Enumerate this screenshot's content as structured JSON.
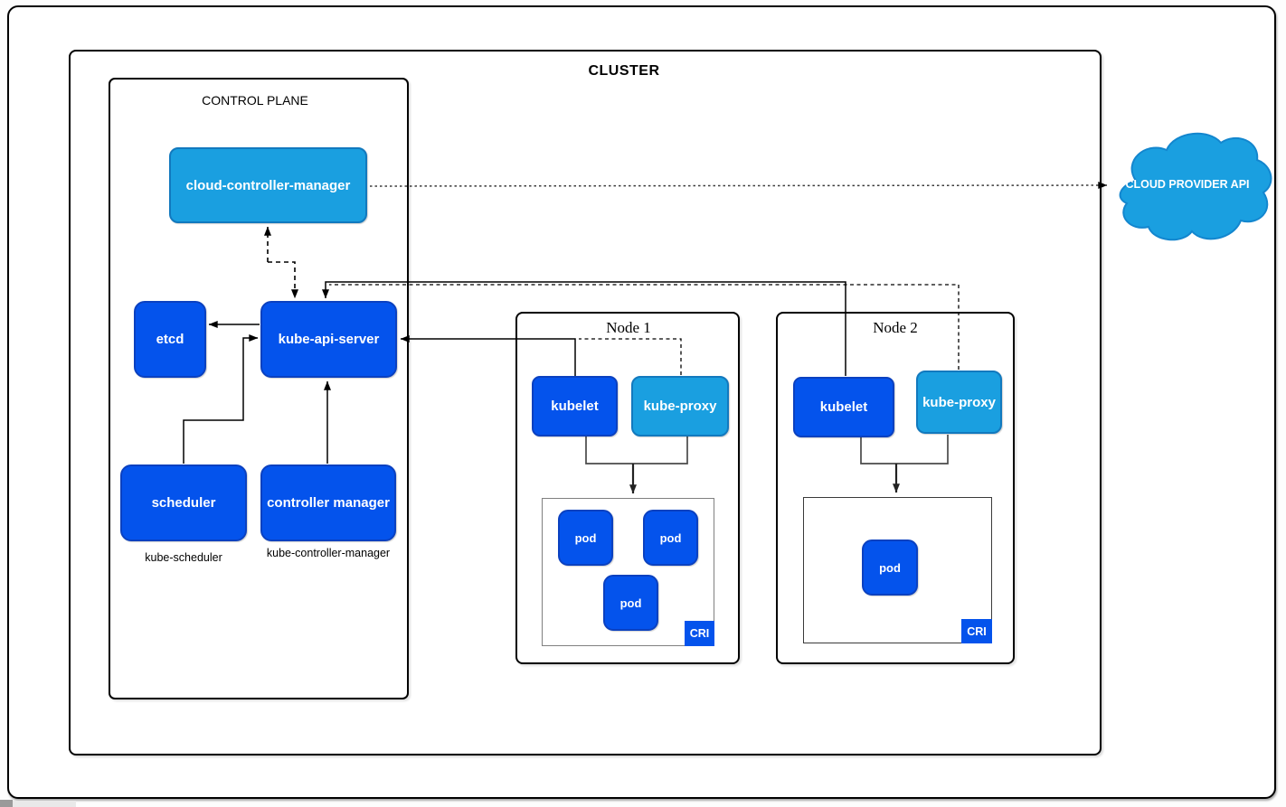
{
  "title": "CLUSTER",
  "control_plane": {
    "label": "CONTROL PLANE",
    "cloud_controller_manager": "cloud-controller-manager",
    "etcd": "etcd",
    "kube_api_server": "kube-api-server",
    "scheduler": "scheduler",
    "scheduler_caption": "kube-scheduler",
    "controller_manager": "controller manager",
    "controller_manager_caption": "kube-controller-manager"
  },
  "nodes": [
    {
      "label": "Node 1",
      "kubelet": "kubelet",
      "kube_proxy": "kube-proxy",
      "pods": [
        "pod",
        "pod",
        "pod"
      ],
      "cri": "CRI"
    },
    {
      "label": "Node 2",
      "kubelet": "kubelet",
      "kube_proxy": "kube-proxy",
      "pods": [
        "pod"
      ],
      "cri": "CRI"
    }
  ],
  "cloud_provider_api": "CLOUD PROVIDER API",
  "colors": {
    "component_blue": "#0453EC",
    "component_blue_border": "#0B41C0",
    "accent_light_blue": "#1A9FE0",
    "accent_light_blue_border": "#1279BE",
    "connector_black": "#000000",
    "bracket_gray": "#4a4a4a"
  }
}
